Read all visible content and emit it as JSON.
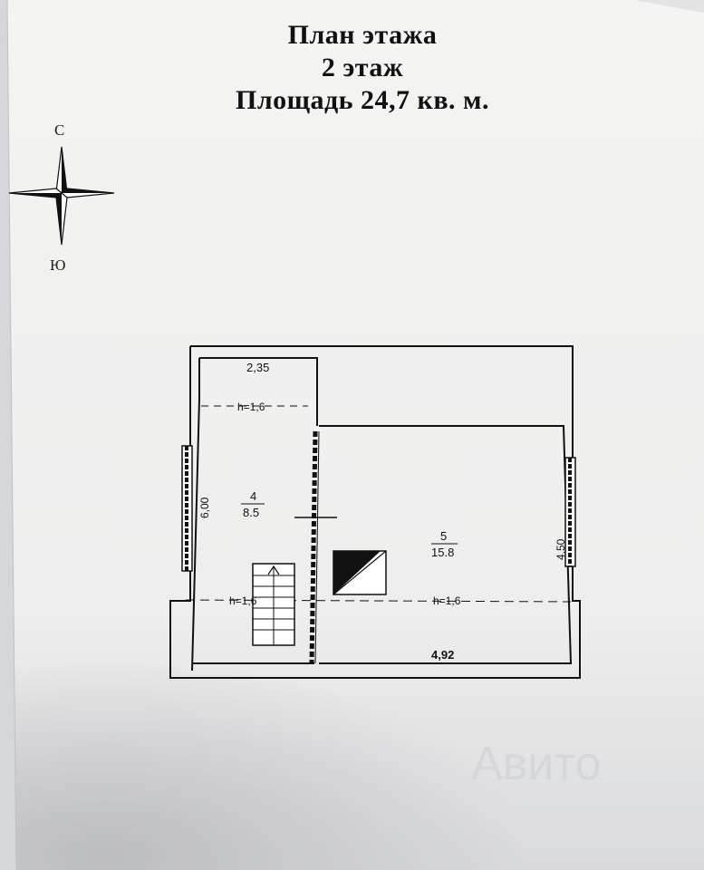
{
  "header": {
    "title": "План этажа",
    "floor": "2 этаж",
    "area": "Площадь 24,7 кв. м."
  },
  "compass": {
    "north": "С",
    "south": "Ю"
  },
  "plan": {
    "outer_width_label": "2,35",
    "left_room": {
      "ceiling_top": "h=1,6",
      "number": "4",
      "area": "8.5",
      "side_dimension": "6,00",
      "ceiling_bottom": "h=1,6"
    },
    "right_room": {
      "number": "5",
      "area": "15.8",
      "side_dimension": "4,50",
      "ceiling": "h=1,6",
      "bottom_dimension": "4,92"
    }
  },
  "watermark": "Авито",
  "colors": {
    "ink": "#111111",
    "paper": "#f4f4f2",
    "shadow": "#c9cacd"
  }
}
